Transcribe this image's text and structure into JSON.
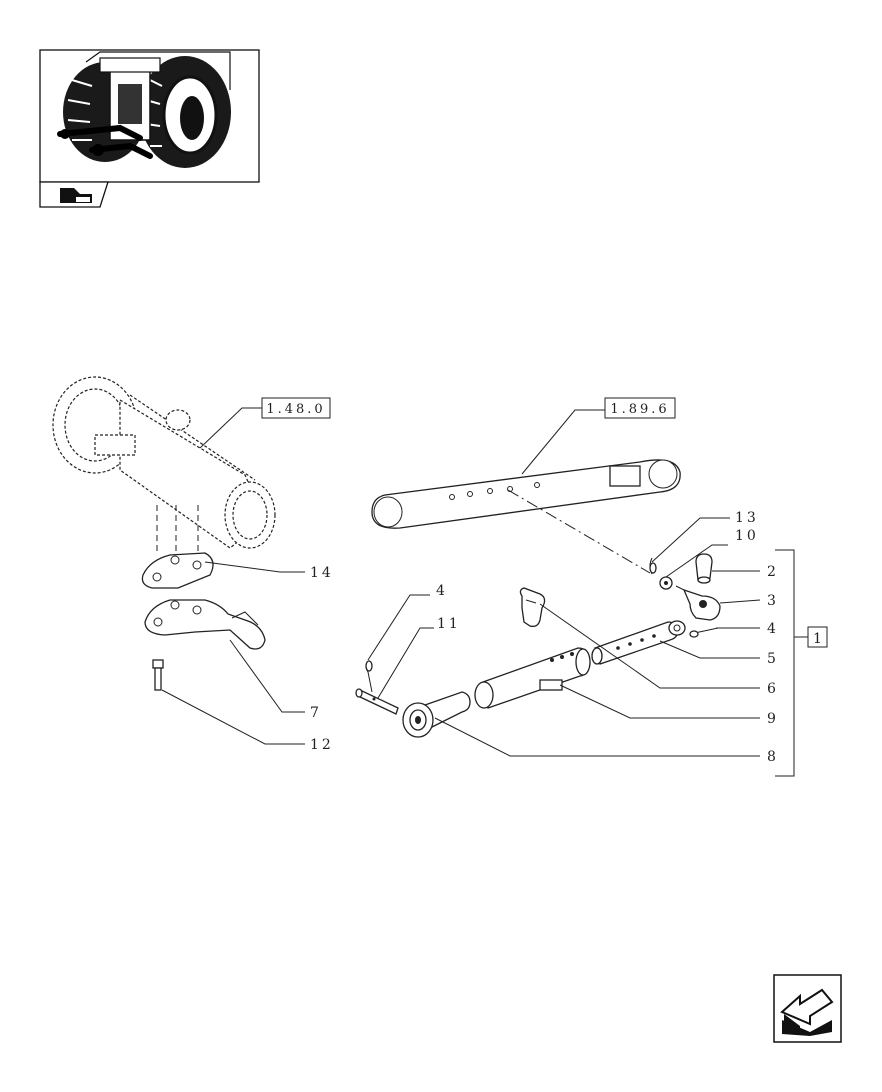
{
  "refs": {
    "axle_housing": "1.48.0",
    "lift_arm": "1.89.6"
  },
  "group_label": "1",
  "callouts": [
    {
      "id": "13",
      "text": "13"
    },
    {
      "id": "10",
      "text": "10"
    },
    {
      "id": "2",
      "text": "2"
    },
    {
      "id": "3",
      "text": "3"
    },
    {
      "id": "4a",
      "text": "4"
    },
    {
      "id": "5",
      "text": "5"
    },
    {
      "id": "6",
      "text": "6"
    },
    {
      "id": "9",
      "text": "9"
    },
    {
      "id": "8",
      "text": "8"
    },
    {
      "id": "14",
      "text": "14"
    },
    {
      "id": "7",
      "text": "7"
    },
    {
      "id": "12",
      "text": "12"
    },
    {
      "id": "4b",
      "text": "4"
    },
    {
      "id": "11",
      "text": "11"
    }
  ],
  "icons": {
    "thumbnail": "tractor-rear-thumbnail",
    "thumb_arrow": "forward-hand-arrow-icon",
    "nav_arrow": "back-arrow-icon"
  }
}
